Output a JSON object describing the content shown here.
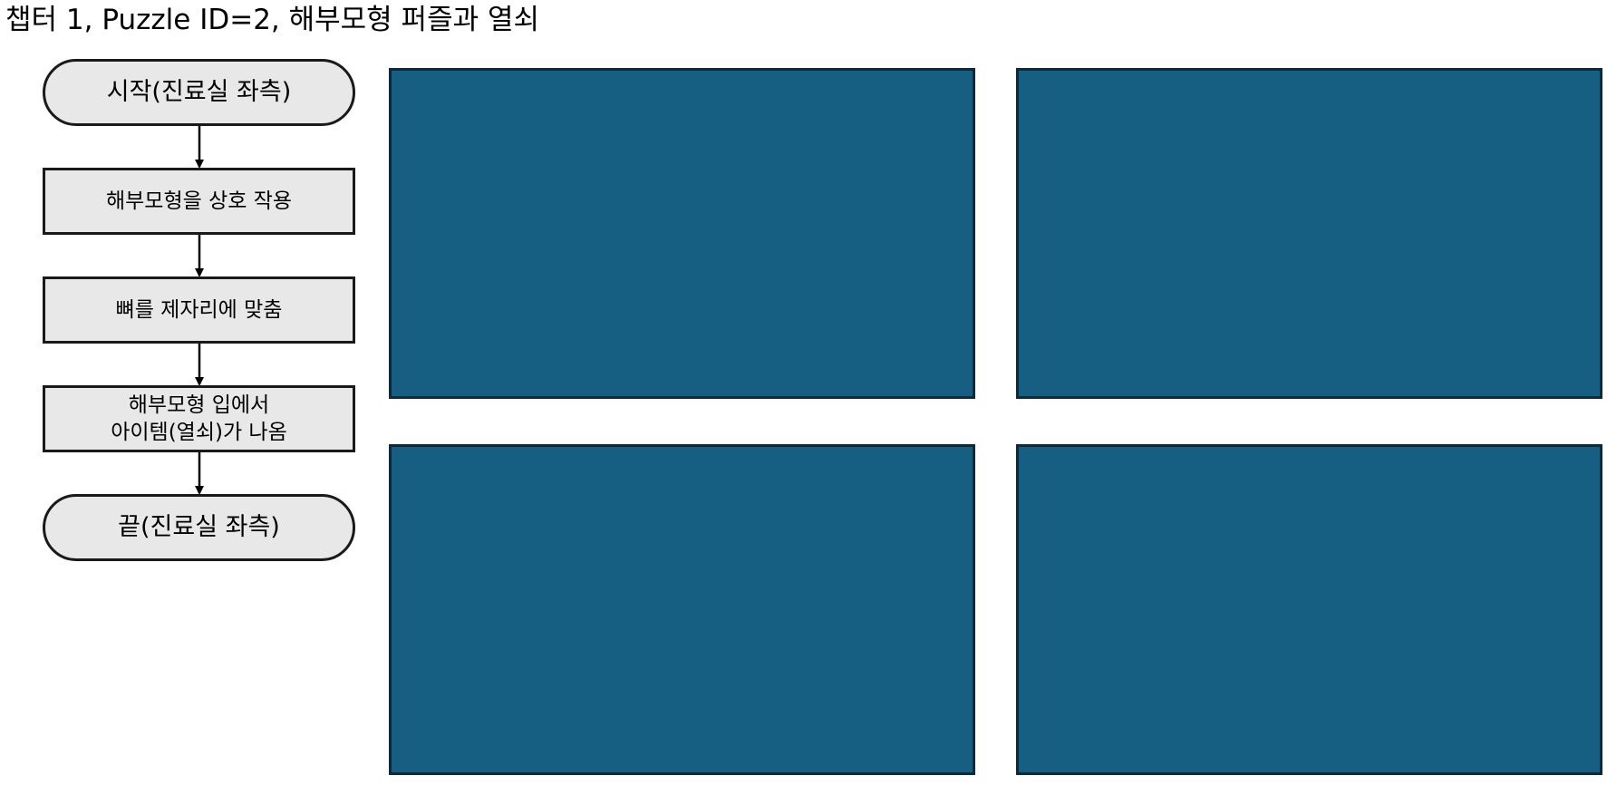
{
  "title": "챕터 1, Puzzle ID=2, 해부모형 퍼즐과 열쇠",
  "flowchart": {
    "nodes": [
      {
        "id": "start",
        "shape": "terminal",
        "label": "시작(진료실 좌측)"
      },
      {
        "id": "step-1",
        "shape": "process",
        "label": "해부모형을 상호 작용"
      },
      {
        "id": "step-2",
        "shape": "process",
        "label": "뼈를 제자리에 맞춤"
      },
      {
        "id": "step-3",
        "shape": "process",
        "label": "해부모형 입에서\n아이템(열쇠)가 나옴"
      },
      {
        "id": "end",
        "shape": "terminal",
        "label": "끝(진료실 좌측)"
      }
    ],
    "edges": [
      {
        "from": "start",
        "to": "step-1"
      },
      {
        "from": "step-1",
        "to": "step-2"
      },
      {
        "from": "step-2",
        "to": "step-3"
      },
      {
        "from": "step-3",
        "to": "end"
      }
    ]
  },
  "panels": [
    {
      "id": "panel-top-left"
    },
    {
      "id": "panel-top-right"
    },
    {
      "id": "panel-bottom-left"
    },
    {
      "id": "panel-bottom-right"
    }
  ],
  "colors": {
    "panel_fill": "#175f82",
    "panel_border": "#0c2a3b",
    "node_fill": "#e8e8e8",
    "node_border": "#1a1a1a",
    "connector": "#000000"
  }
}
